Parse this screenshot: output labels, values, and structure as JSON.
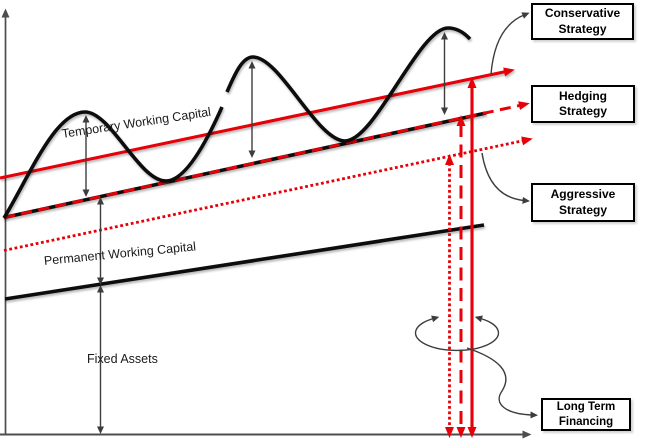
{
  "colors": {
    "accent_red": "#e60008",
    "line_black": "#0d0d0d",
    "axis_gray": "#595959",
    "connector_gray": "#3d3d3d",
    "text": "#1a1a1a",
    "box_background": "#ffffff"
  },
  "labels": {
    "temporary_working_capital": "Temporary Working Capital",
    "permanent_working_capital": "Permanent  Working Capital",
    "fixed_assets": "Fixed Assets"
  },
  "strategy_boxes": [
    {
      "label": "Conservative Strategy"
    },
    {
      "label": "Hedging Strategy"
    },
    {
      "label": "Aggressive Strategy"
    }
  ],
  "financing_box": {
    "label": "Long Term Financing"
  },
  "diagram": {
    "type": "conceptual-finance-diagram",
    "lines": [
      {
        "label": "Conservative Strategy",
        "style": "solid",
        "color": "#e60008"
      },
      {
        "label": "Hedging Strategy",
        "style": "dashed-red-over-solid-black",
        "color": "#e60008"
      },
      {
        "label": "Aggressive Strategy",
        "style": "dotted",
        "color": "#e60008"
      },
      {
        "label": "Fixed Assets boundary",
        "style": "solid",
        "color": "#0d0d0d"
      },
      {
        "label": "Seasonal working capital wave",
        "style": "solid-curve",
        "color": "#0d0d0d"
      }
    ],
    "vertical_markers": [
      {
        "style": "dotted",
        "color": "#e60008"
      },
      {
        "style": "dashed",
        "color": "#e60008"
      },
      {
        "style": "solid",
        "color": "#e60008"
      }
    ]
  }
}
